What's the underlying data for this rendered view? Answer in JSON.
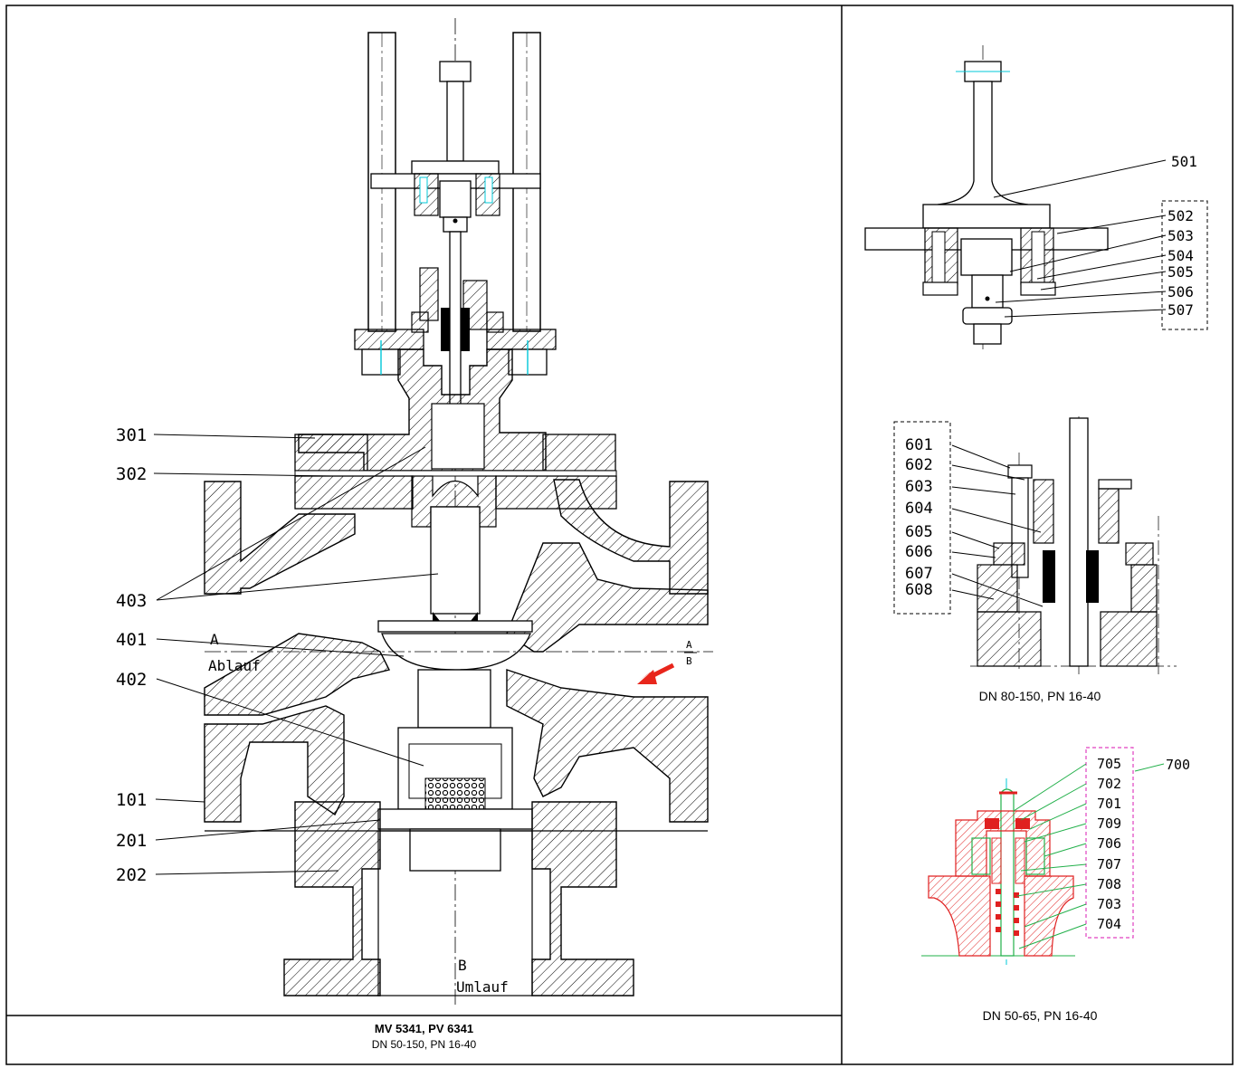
{
  "main": {
    "title": "MV 5341, PV 6341",
    "subtitle": "DN 50-150, PN 16-40",
    "labels": [
      "301",
      "302",
      "403",
      "401",
      "402",
      "101",
      "201",
      "202"
    ],
    "section_a": "A",
    "section_b": "B",
    "port_upper": "Ablauf",
    "port_lower_letter": "B",
    "port_lower": "Umlauf",
    "section_marker": "A",
    "section_marker_b": "B"
  },
  "detail_top": {
    "labels": [
      "501",
      "502",
      "503",
      "504",
      "505",
      "506",
      "507"
    ]
  },
  "detail_middle": {
    "caption": "DN 80-150, PN 16-40",
    "labels": [
      "601",
      "602",
      "603",
      "604",
      "605",
      "606",
      "607",
      "608"
    ]
  },
  "detail_bottom": {
    "caption": "DN 50-65, PN 16-40",
    "labels": [
      "705",
      "702",
      "701",
      "709",
      "706",
      "707",
      "708",
      "703",
      "704"
    ],
    "group_label": "700"
  },
  "colors": {
    "line": "#000000",
    "arrow": "#e8261c",
    "centerline_cyan": "#00c8d8",
    "seal_red": "#e02020",
    "leader_green": "#22b04a",
    "box_magenta": "#e040c0"
  }
}
